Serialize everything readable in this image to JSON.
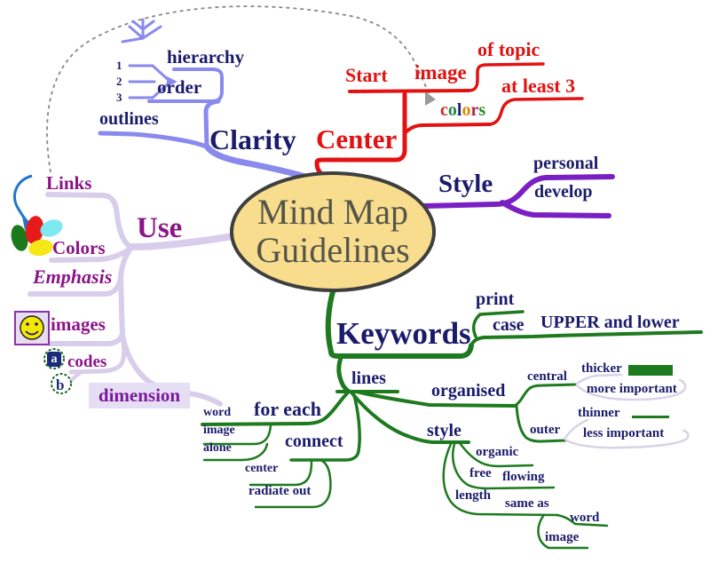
{
  "center_topic": {
    "line1": "Mind Map",
    "line2": "Guidelines"
  },
  "branches": {
    "center": {
      "label": "Center",
      "start": "Start",
      "image": "image",
      "of_topic": "of topic",
      "at_least": "at least 3",
      "colors_letters": [
        {
          "ch": "c",
          "color": "#d42222"
        },
        {
          "ch": "o",
          "color": "#1d8a44"
        },
        {
          "ch": "l",
          "color": "#22227a"
        },
        {
          "ch": "o",
          "color": "#dd8800"
        },
        {
          "ch": "r",
          "color": "#b02458"
        },
        {
          "ch": "s",
          "color": "#2a8a2a"
        }
      ]
    },
    "clarity": {
      "label": "Clarity",
      "hierarchy": "hierarchy",
      "order": "order",
      "outlines": "outlines",
      "order_numbers": {
        "n1": "1",
        "n2": "2",
        "n3": "3"
      }
    },
    "style": {
      "label": "Style",
      "personal": "personal",
      "develop": "develop"
    },
    "use": {
      "label": "Use",
      "links": "Links",
      "colors": "Colors",
      "emphasis": "Emphasis",
      "images": "images",
      "codes": "codes",
      "dimension": "dimension",
      "code_a": "a",
      "code_b": "b"
    },
    "keywords": {
      "label": "Keywords",
      "print": "print",
      "case": "case",
      "upper_lower": "UPPER and lower",
      "lines": "lines",
      "for_each": "for each",
      "word": "word",
      "image": "image",
      "alone": "alone",
      "connect": "connect",
      "center": "center",
      "radiate_out": "radiate out",
      "organised": "organised",
      "central": "central",
      "thicker": "thicker",
      "more_important": "more important",
      "outer": "outer",
      "thinner": "thinner",
      "less_important": "less important",
      "style": "style",
      "organic": "organic",
      "free": "free",
      "flowing": "flowing",
      "length": "length",
      "same_as": "same as",
      "same_word": "word",
      "same_image": "image"
    }
  },
  "palette": {
    "center_branch": "#e31212",
    "clarity_branch": "#8a8aee",
    "style_branch": "#7a1fc4",
    "keywords_branch": "#1e7a1e",
    "use_branch": "#d9cdec",
    "navy_text": "#1b1b6b",
    "magenta_text": "#8b1588",
    "ellipse_fill": "#f7dd8d",
    "ellipse_stroke": "#3f3f3f"
  }
}
